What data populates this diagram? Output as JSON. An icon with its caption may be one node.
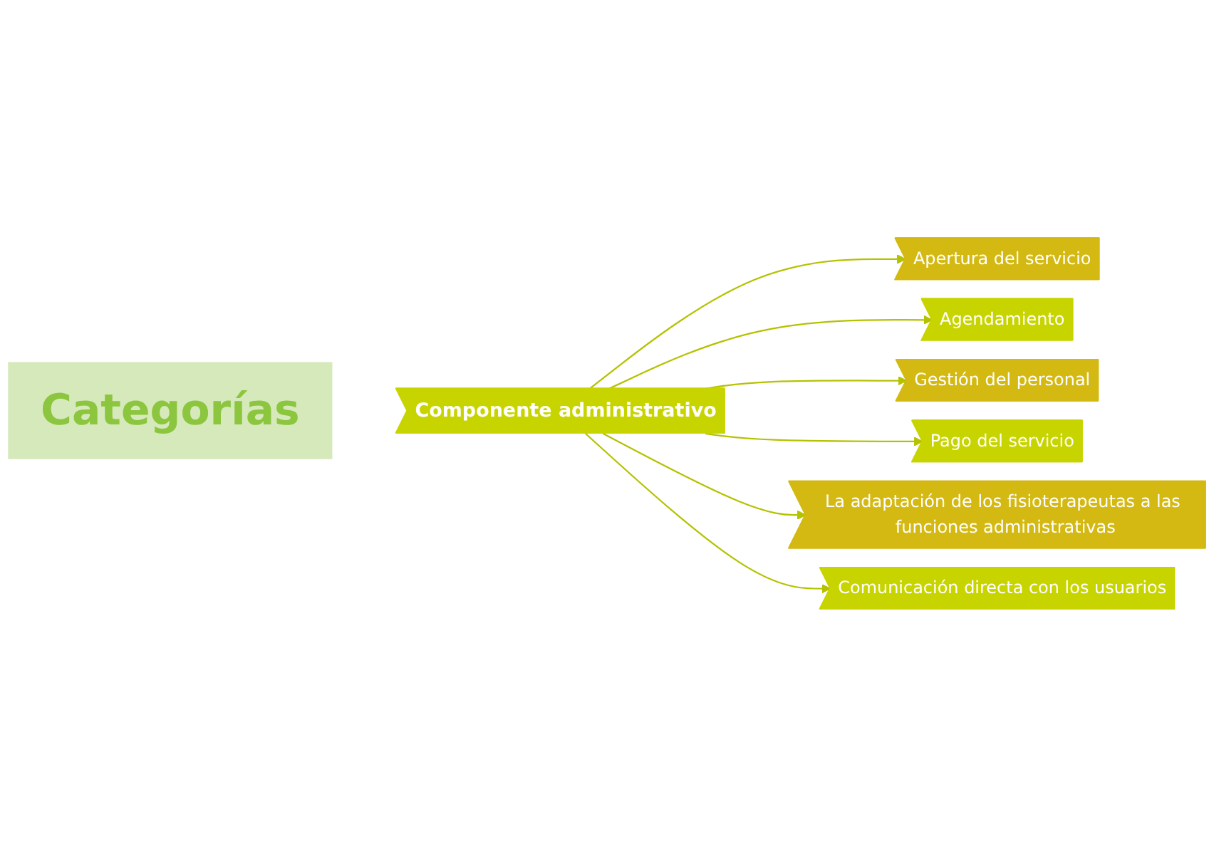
{
  "diagram": {
    "nodes": [
      {
        "text": [
          "Categorías"
        ]
      },
      {
        "text": [
          "Componente administrativo"
        ]
      },
      {
        "text": [
          "Apertura del servicio"
        ]
      },
      {
        "text": [
          "Agendamiento"
        ]
      },
      {
        "text": [
          "Gestión del personal"
        ]
      },
      {
        "text": [
          "Pago del servicio"
        ]
      },
      {
        "text": [
          "La adaptación de los fisioterapeutas a las funciones administrativas"
        ]
      },
      {
        "text": [
          "Comunicación directa con los usuarios"
        ]
      }
    ],
    "edges": [
      {
        "from": 1,
        "to": 2,
        "arrow": "to"
      },
      {
        "from": 1,
        "to": 3,
        "arrow": "to"
      },
      {
        "from": 1,
        "to": 4,
        "arrow": "to"
      },
      {
        "from": 1,
        "to": 5,
        "arrow": "to"
      },
      {
        "from": 1,
        "to": 6,
        "arrow": "to"
      },
      {
        "from": 1,
        "to": 7,
        "arrow": "to"
      }
    ]
  }
}
